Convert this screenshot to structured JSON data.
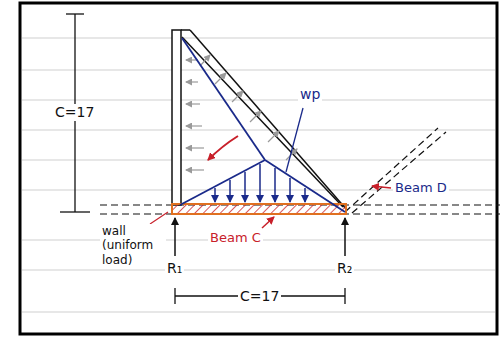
{
  "diagram": {
    "labels": [
      "C=17",
      "wall (uniform load)",
      "Beam C",
      "wp",
      "Beam D",
      "R₁",
      "R₂",
      "C=17"
    ]
  }
}
